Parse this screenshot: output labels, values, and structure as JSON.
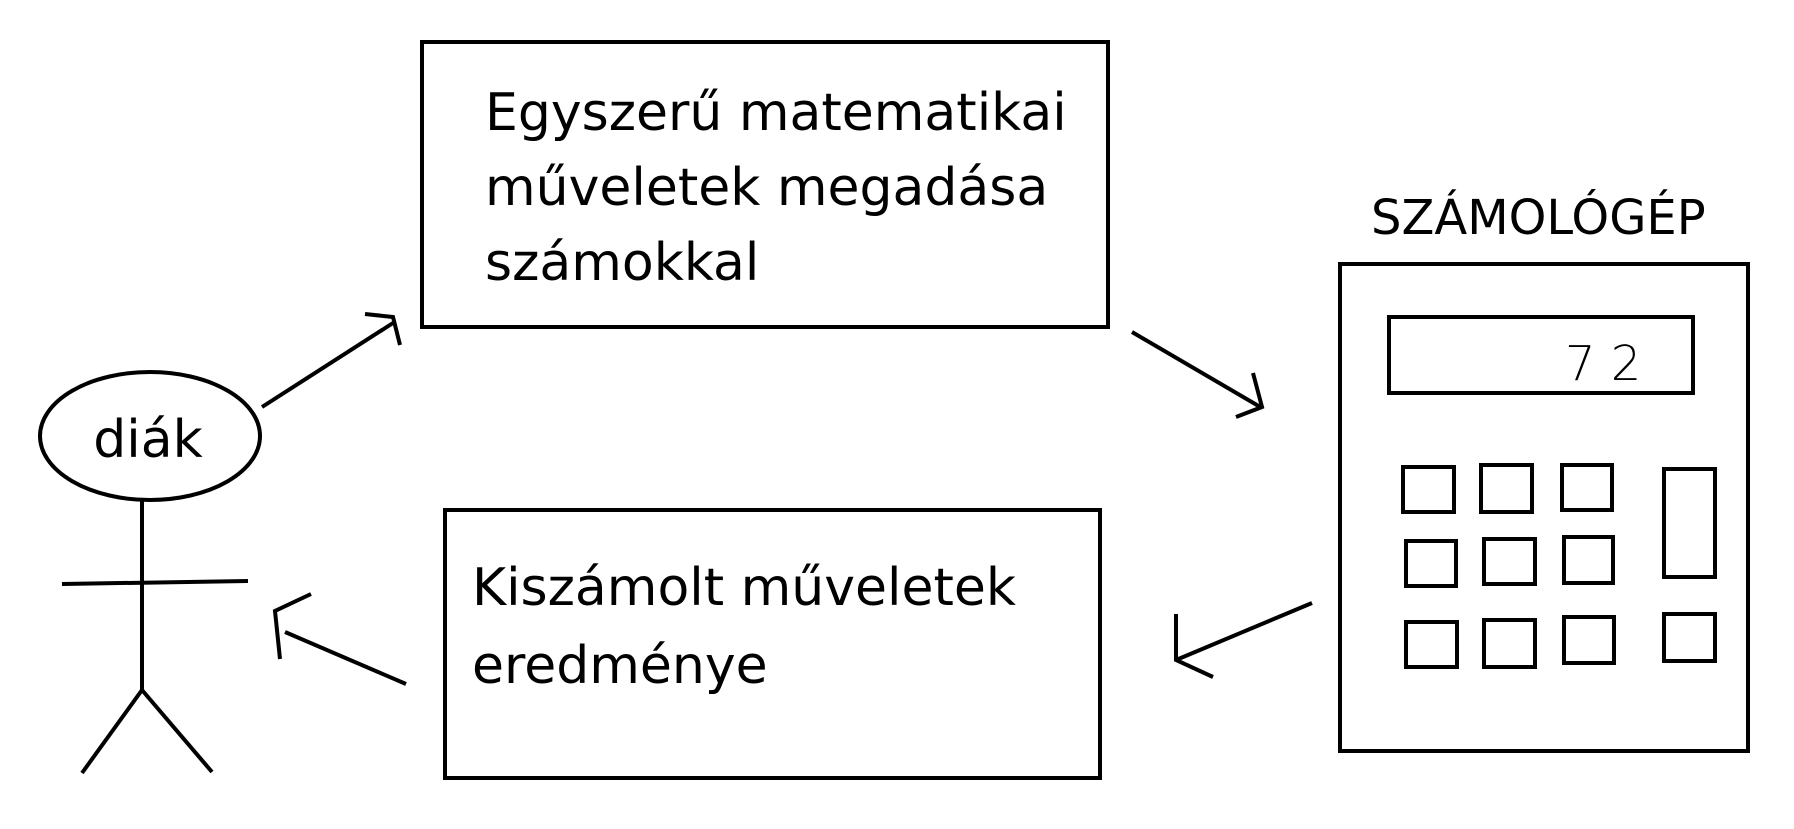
{
  "actor": {
    "label": "diák"
  },
  "input_box": {
    "lines": [
      "Egyszerű matematikai",
      "műveletek megadása",
      "számokkal"
    ]
  },
  "output_box": {
    "lines": [
      "Kiszámolt műveletek",
      "eredménye"
    ]
  },
  "calculator": {
    "title": "SZÁMOLÓGÉP",
    "display": "7 2"
  },
  "colors": {
    "stroke": "#000000",
    "background": "#ffffff"
  }
}
